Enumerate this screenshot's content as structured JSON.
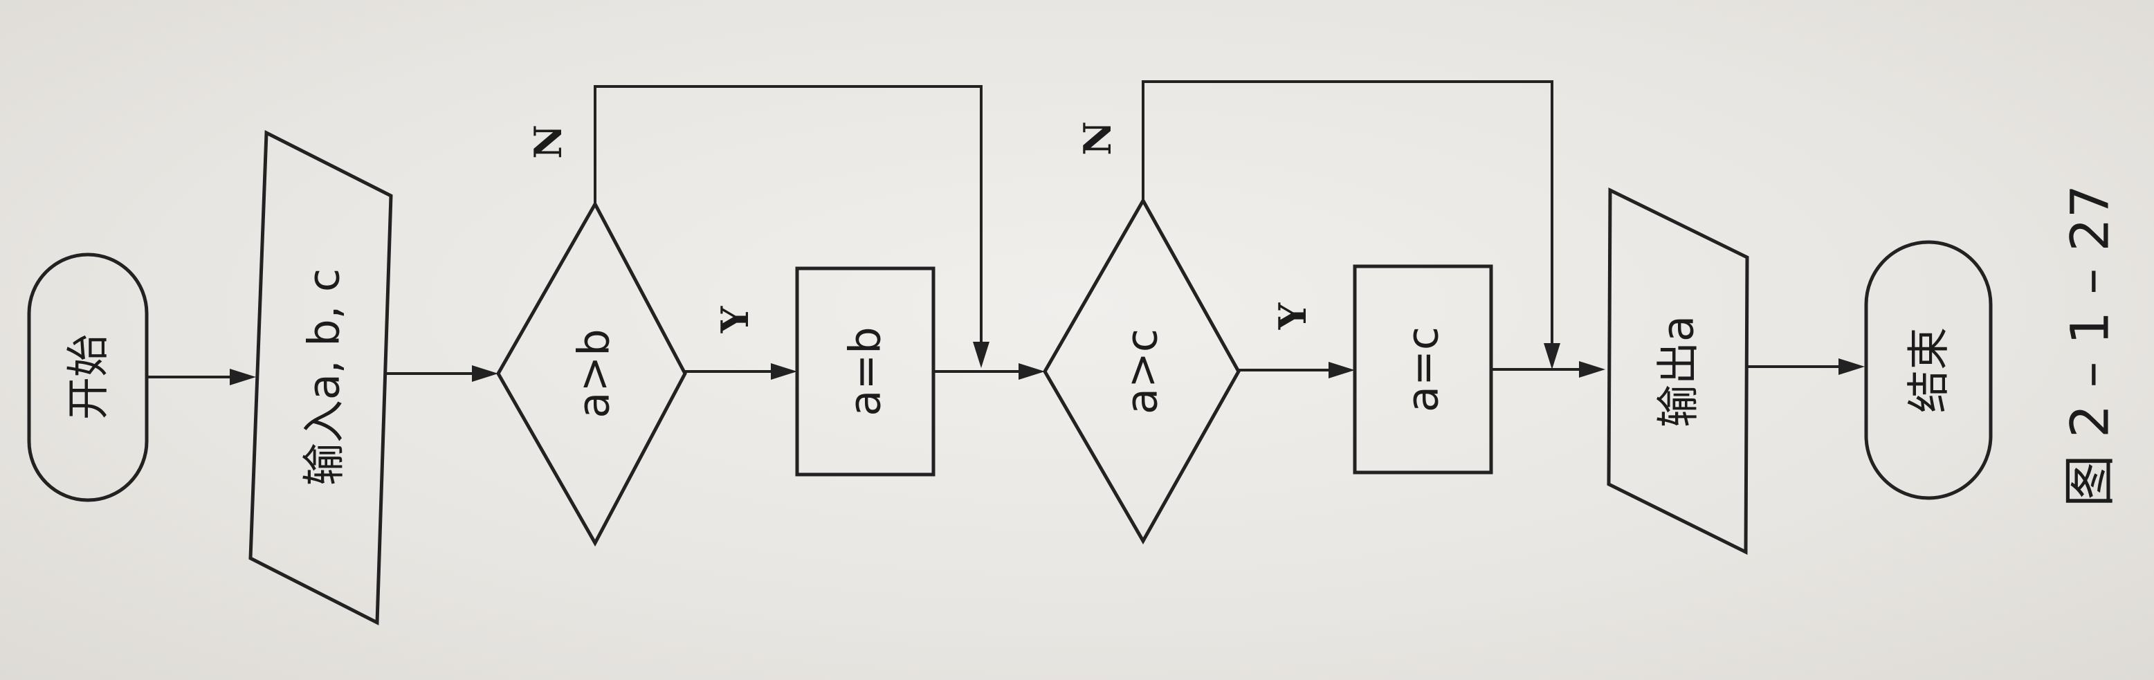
{
  "nodes": {
    "start": "开始",
    "input": "输入a, b, c",
    "cond1": "a>b",
    "assign1": "a=b",
    "cond2": "a>c",
    "assign2": "a=c",
    "output": "输出a",
    "end": "结束"
  },
  "branches": {
    "cond1_no": "N",
    "cond1_yes": "Y",
    "cond2_no": "N",
    "cond2_yes": "Y"
  },
  "caption": "图 2 – 1 – 27"
}
